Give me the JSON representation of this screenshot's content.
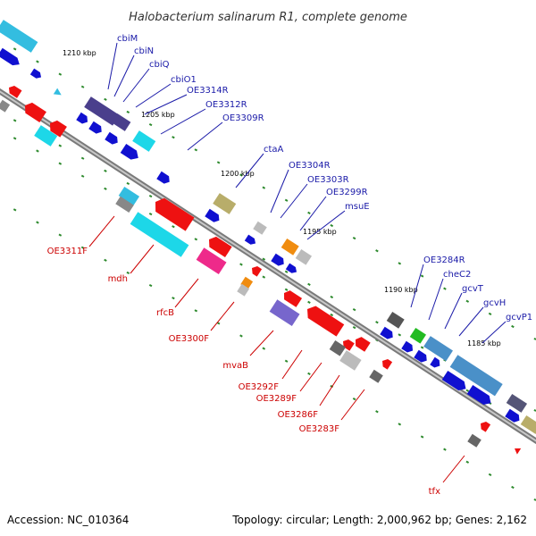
{
  "title": "Halobacterium salinarum R1, complete genome",
  "footer": {
    "accession": "Accession: NC_010364",
    "summary": "Topology: circular; Length: 2,000,962 bp; Genes: 2,162"
  },
  "ticks": [
    "1210 kbp",
    "1205 kbp",
    "1200 kbp",
    "1195 kbp",
    "1190 kbp",
    "1185 kbp"
  ],
  "forward_genes": [
    "cbiM",
    "cbiN",
    "cbiQ",
    "cbiO1",
    "OE3314R",
    "OE3312R",
    "OE3309R",
    "ctaA",
    "OE3304R",
    "OE3303R",
    "OE3299R",
    "msuE",
    "OE3284R",
    "cheC2",
    "gcvT",
    "gcvH",
    "gcvP1"
  ],
  "reverse_genes": [
    "OE3311F",
    "mdh",
    "rfcB",
    "OE3300F",
    "mvaB",
    "OE3292F",
    "OE3289F",
    "OE3286F",
    "OE3283F",
    "tfx"
  ],
  "colors": {
    "forward_label": "#1a1aa8",
    "reverse_label": "#cc0000",
    "backbone": "#8c8c8c",
    "dots": "#2d8a2d"
  }
}
